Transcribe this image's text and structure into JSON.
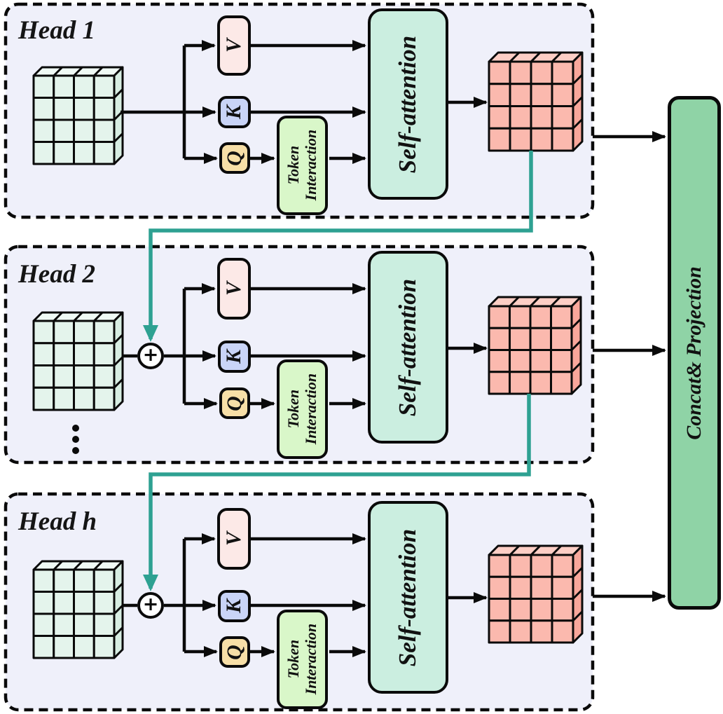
{
  "diagram": {
    "concat_label": "Concat& Projection",
    "heads": [
      {
        "title": "Head 1",
        "v_label": "V",
        "k_label": "K",
        "q_label": "Q",
        "token_line1": "Token",
        "token_line2": "Interaction",
        "self_attention_label": "Self-attention"
      },
      {
        "title": "Head 2",
        "v_label": "V",
        "k_label": "K",
        "q_label": "Q",
        "token_line1": "Token",
        "token_line2": "Interaction",
        "self_attention_label": "Self-attention",
        "add_label": "+"
      },
      {
        "title": "Head h",
        "v_label": "V",
        "k_label": "K",
        "q_label": "Q",
        "token_line1": "Token",
        "token_line2": "Interaction",
        "self_attention_label": "Self-attention",
        "add_label": "+"
      }
    ],
    "palette": {
      "panel_bg": "#EFF0FA",
      "v_box": "#FCE9E7",
      "k_box": "#C9D4F7",
      "q_box": "#F7DFA7",
      "token_box": "#D9F7C9",
      "self_attention_box": "#CBEEE0",
      "concat_box": "#8FD3A6",
      "input_cube": "#E4F4EC",
      "output_cube": "#FBB9AE",
      "residual_arrow": "#2EA192",
      "line": "#0A0A0A"
    }
  }
}
